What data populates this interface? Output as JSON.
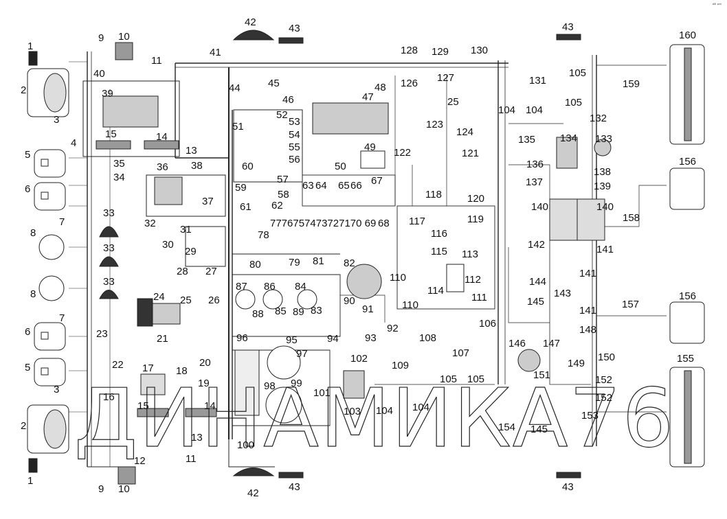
{
  "corner_mark": "ᴬᴮ ᵖᵉˡ",
  "watermark": "ДИНАМИКА76",
  "labels": {
    "l1a": "1",
    "l1b": "1",
    "l2a": "2",
    "l2b": "2",
    "l3a": "3",
    "l3b": "3",
    "l4": "4",
    "l5a": "5",
    "l5b": "5",
    "l6a": "6",
    "l6b": "6",
    "l7a": "7",
    "l7b": "7",
    "l8a": "8",
    "l8b": "8",
    "l9a": "9",
    "l9b": "9",
    "l10a": "10",
    "l10b": "10",
    "l11a": "11",
    "l11b": "11",
    "l12": "12",
    "l13a": "13",
    "l13b": "13",
    "l14a": "14",
    "l14b": "14",
    "l15a": "15",
    "l15b": "15",
    "l16": "16",
    "l17": "17",
    "l18": "18",
    "l19": "19",
    "l20": "20",
    "l21": "21",
    "l22": "22",
    "l23": "23",
    "l24": "24",
    "l25a": "25",
    "l25b": "25",
    "l26": "26",
    "l27": "27",
    "l28": "28",
    "l29": "29",
    "l30": "30",
    "l31": "31",
    "l32": "32",
    "l33a": "33",
    "l33b": "33",
    "l33c": "33",
    "l34": "34",
    "l35": "35",
    "l36": "36",
    "l37": "37",
    "l38": "38",
    "l39": "39",
    "l40": "40",
    "l41": "41",
    "l42a": "42",
    "l42b": "42",
    "l43a": "43",
    "l43b": "43",
    "l43c": "43",
    "l43d": "43",
    "l44": "44",
    "l45": "45",
    "l46": "46",
    "l47": "47",
    "l48": "48",
    "l49": "49",
    "l50": "50",
    "l51": "51",
    "l52": "52",
    "l53": "53",
    "l54": "54",
    "l55": "55",
    "l56": "56",
    "l57": "57",
    "l58": "58",
    "l59": "59",
    "l60": "60",
    "l61": "61",
    "l62": "62",
    "l63": "63",
    "l64": "64",
    "l65": "65",
    "l66": "66",
    "l67": "67",
    "l68": "68",
    "l69_77": "7776757473727170 69",
    "l78": "78",
    "l79": "79",
    "l80": "80",
    "l81": "81",
    "l82": "82",
    "l83": "83",
    "l84": "84",
    "l85": "85",
    "l86": "86",
    "l87": "87",
    "l88": "88",
    "l89": "89",
    "l90": "90",
    "l91": "91",
    "l92": "92",
    "l93": "93",
    "l94": "94",
    "l95": "95",
    "l96": "96",
    "l97": "97",
    "l98": "98",
    "l99": "99",
    "l100": "100",
    "l101": "101",
    "l102": "102",
    "l103": "103",
    "l104a": "104",
    "l104b": "104",
    "l104c": "104",
    "l104d": "104",
    "l105a": "105",
    "l105b": "105",
    "l105c": "105",
    "l105d": "105",
    "l106": "106",
    "l107": "107",
    "l108": "108",
    "l109": "109",
    "l110a": "110",
    "l110b": "110",
    "l111": "111",
    "l112": "112",
    "l113": "113",
    "l114": "114",
    "l115": "115",
    "l116": "116",
    "l117": "117",
    "l118": "118",
    "l119": "119",
    "l120": "120",
    "l121": "121",
    "l122": "122",
    "l123": "123",
    "l124": "124",
    "l126": "126",
    "l127": "127",
    "l128": "128",
    "l129": "129",
    "l130": "130",
    "l131": "131",
    "l132": "132",
    "l133": "133",
    "l134": "134",
    "l135": "135",
    "l136": "136",
    "l137": "137",
    "l138": "138",
    "l139": "139",
    "l140a": "140",
    "l140b": "140",
    "l141a": "141",
    "l141b": "141",
    "l141c": "141",
    "l142": "142",
    "l143": "143",
    "l144": "144",
    "l145a": "145",
    "l145b": "145",
    "l146": "146",
    "l147": "147",
    "l148": "148",
    "l149": "149",
    "l150": "150",
    "l151": "151",
    "l152a": "152",
    "l152b": "152",
    "l153": "153",
    "l154": "154",
    "l155": "155",
    "l156a": "156",
    "l156b": "156",
    "l157": "157",
    "l158": "158",
    "l159": "159",
    "l160": "160"
  }
}
